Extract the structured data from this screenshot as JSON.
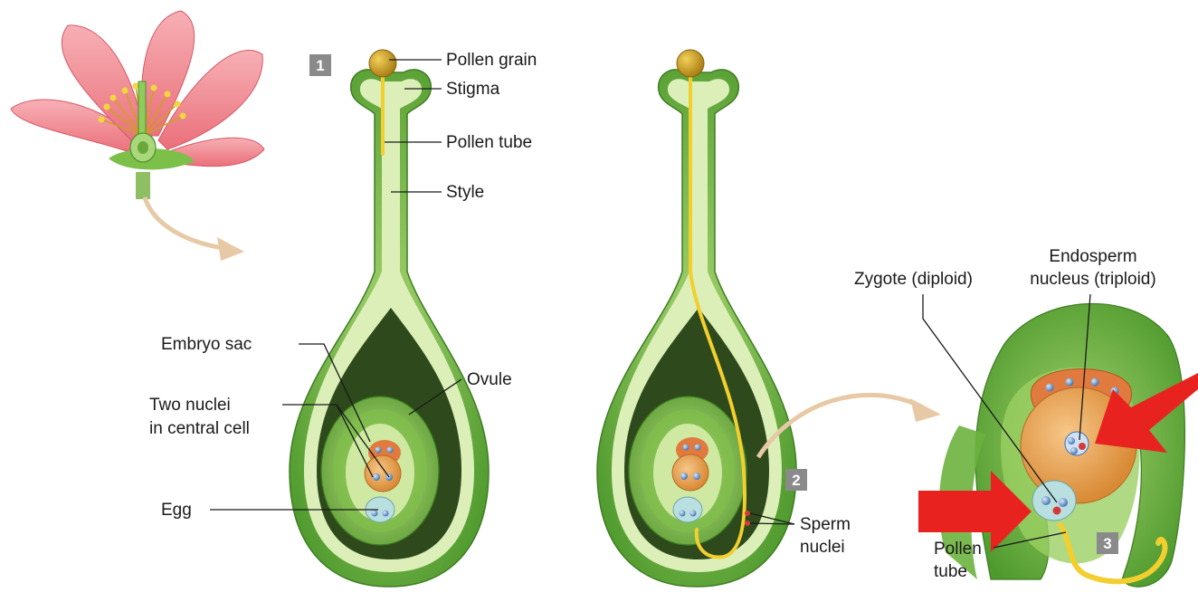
{
  "steps": {
    "one": "1",
    "two": "2",
    "three": "3"
  },
  "labels": {
    "pollen_grain": "Pollen grain",
    "stigma": "Stigma",
    "pollen_tube": "Pollen tube",
    "style": "Style",
    "embryo_sac": "Embryo sac",
    "ovule": "Ovule",
    "two_nuclei_line1": "Two nuclei",
    "two_nuclei_line2": "in central cell",
    "egg": "Egg",
    "sperm_line1": "Sperm",
    "sperm_line2": "nuclei",
    "zygote": "Zygote (diploid)",
    "endosperm_line1": "Endosperm",
    "endosperm_line2": "nucleus (triploid)",
    "pollen_tube2_line1": "Pollen",
    "pollen_tube2_line2": "tube"
  },
  "colors": {
    "outer_green": "#6cb33e",
    "light_green": "#d9ecb0",
    "cavity": "#2e4a1c",
    "pollen_tube": "#f2cf2f",
    "pollen_grain": "#c9961c",
    "central_cell": "#e9a651",
    "synergid": "#e07a3f",
    "egg_cell": "#b9dfe0",
    "nucleus": "#3a6fb0",
    "sperm": "#d43a3a",
    "arrow_tan": "#e8c9a6",
    "arrow_red": "#e8231f",
    "step_box": "#8a8a8a",
    "petal": "#f28b92"
  }
}
